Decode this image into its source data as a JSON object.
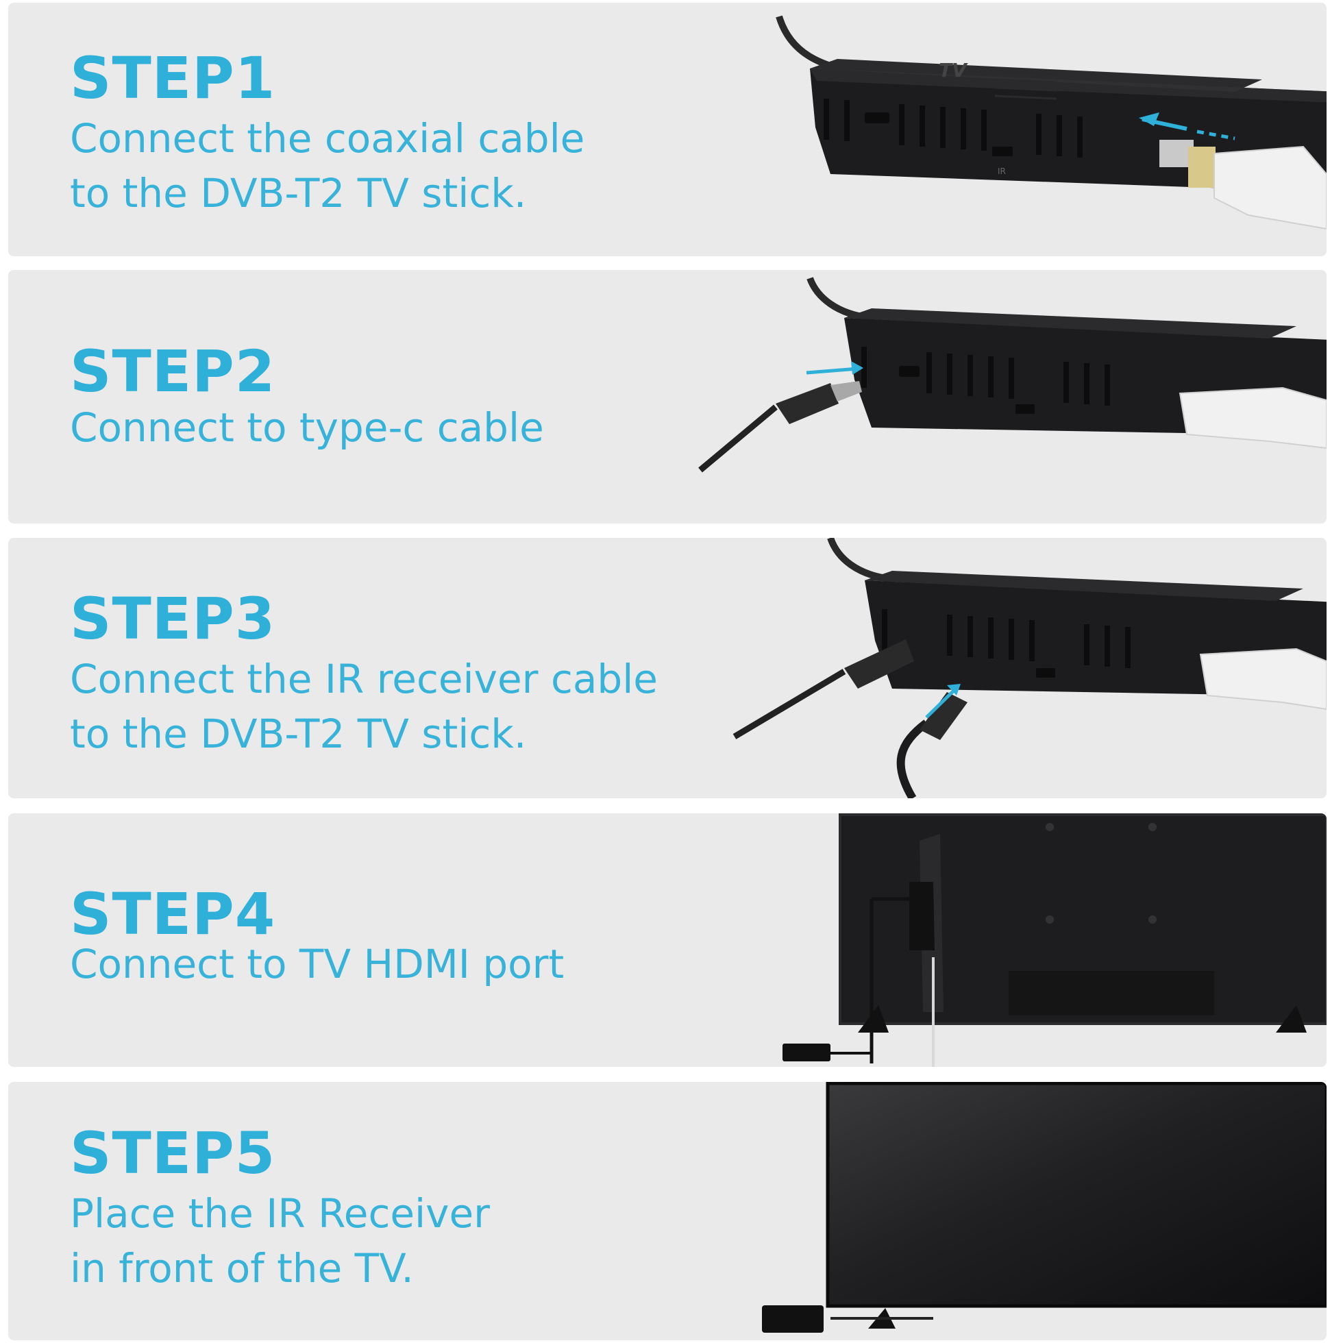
{
  "colors": {
    "accent": "#2fb0d9",
    "panel": "#ebeaea",
    "device": "#1c1c1e"
  },
  "steps": [
    {
      "title": "STEP1",
      "lines": [
        "Connect the coaxial cable",
        "to the DVB-T2 TV stick."
      ]
    },
    {
      "title": "STEP2",
      "lines": [
        "Connect to type-c cable"
      ]
    },
    {
      "title": "STEP3",
      "lines": [
        "Connect the IR receiver cable",
        "to the DVB-T2 TV stick."
      ]
    },
    {
      "title": "STEP4",
      "lines": [
        "Connect to TV HDMI port"
      ]
    },
    {
      "title": "STEP5",
      "lines": [
        "Place the IR Receiver",
        "in front of the TV."
      ]
    }
  ],
  "device": {
    "brand_text": "TV",
    "ir_label": "IR"
  }
}
